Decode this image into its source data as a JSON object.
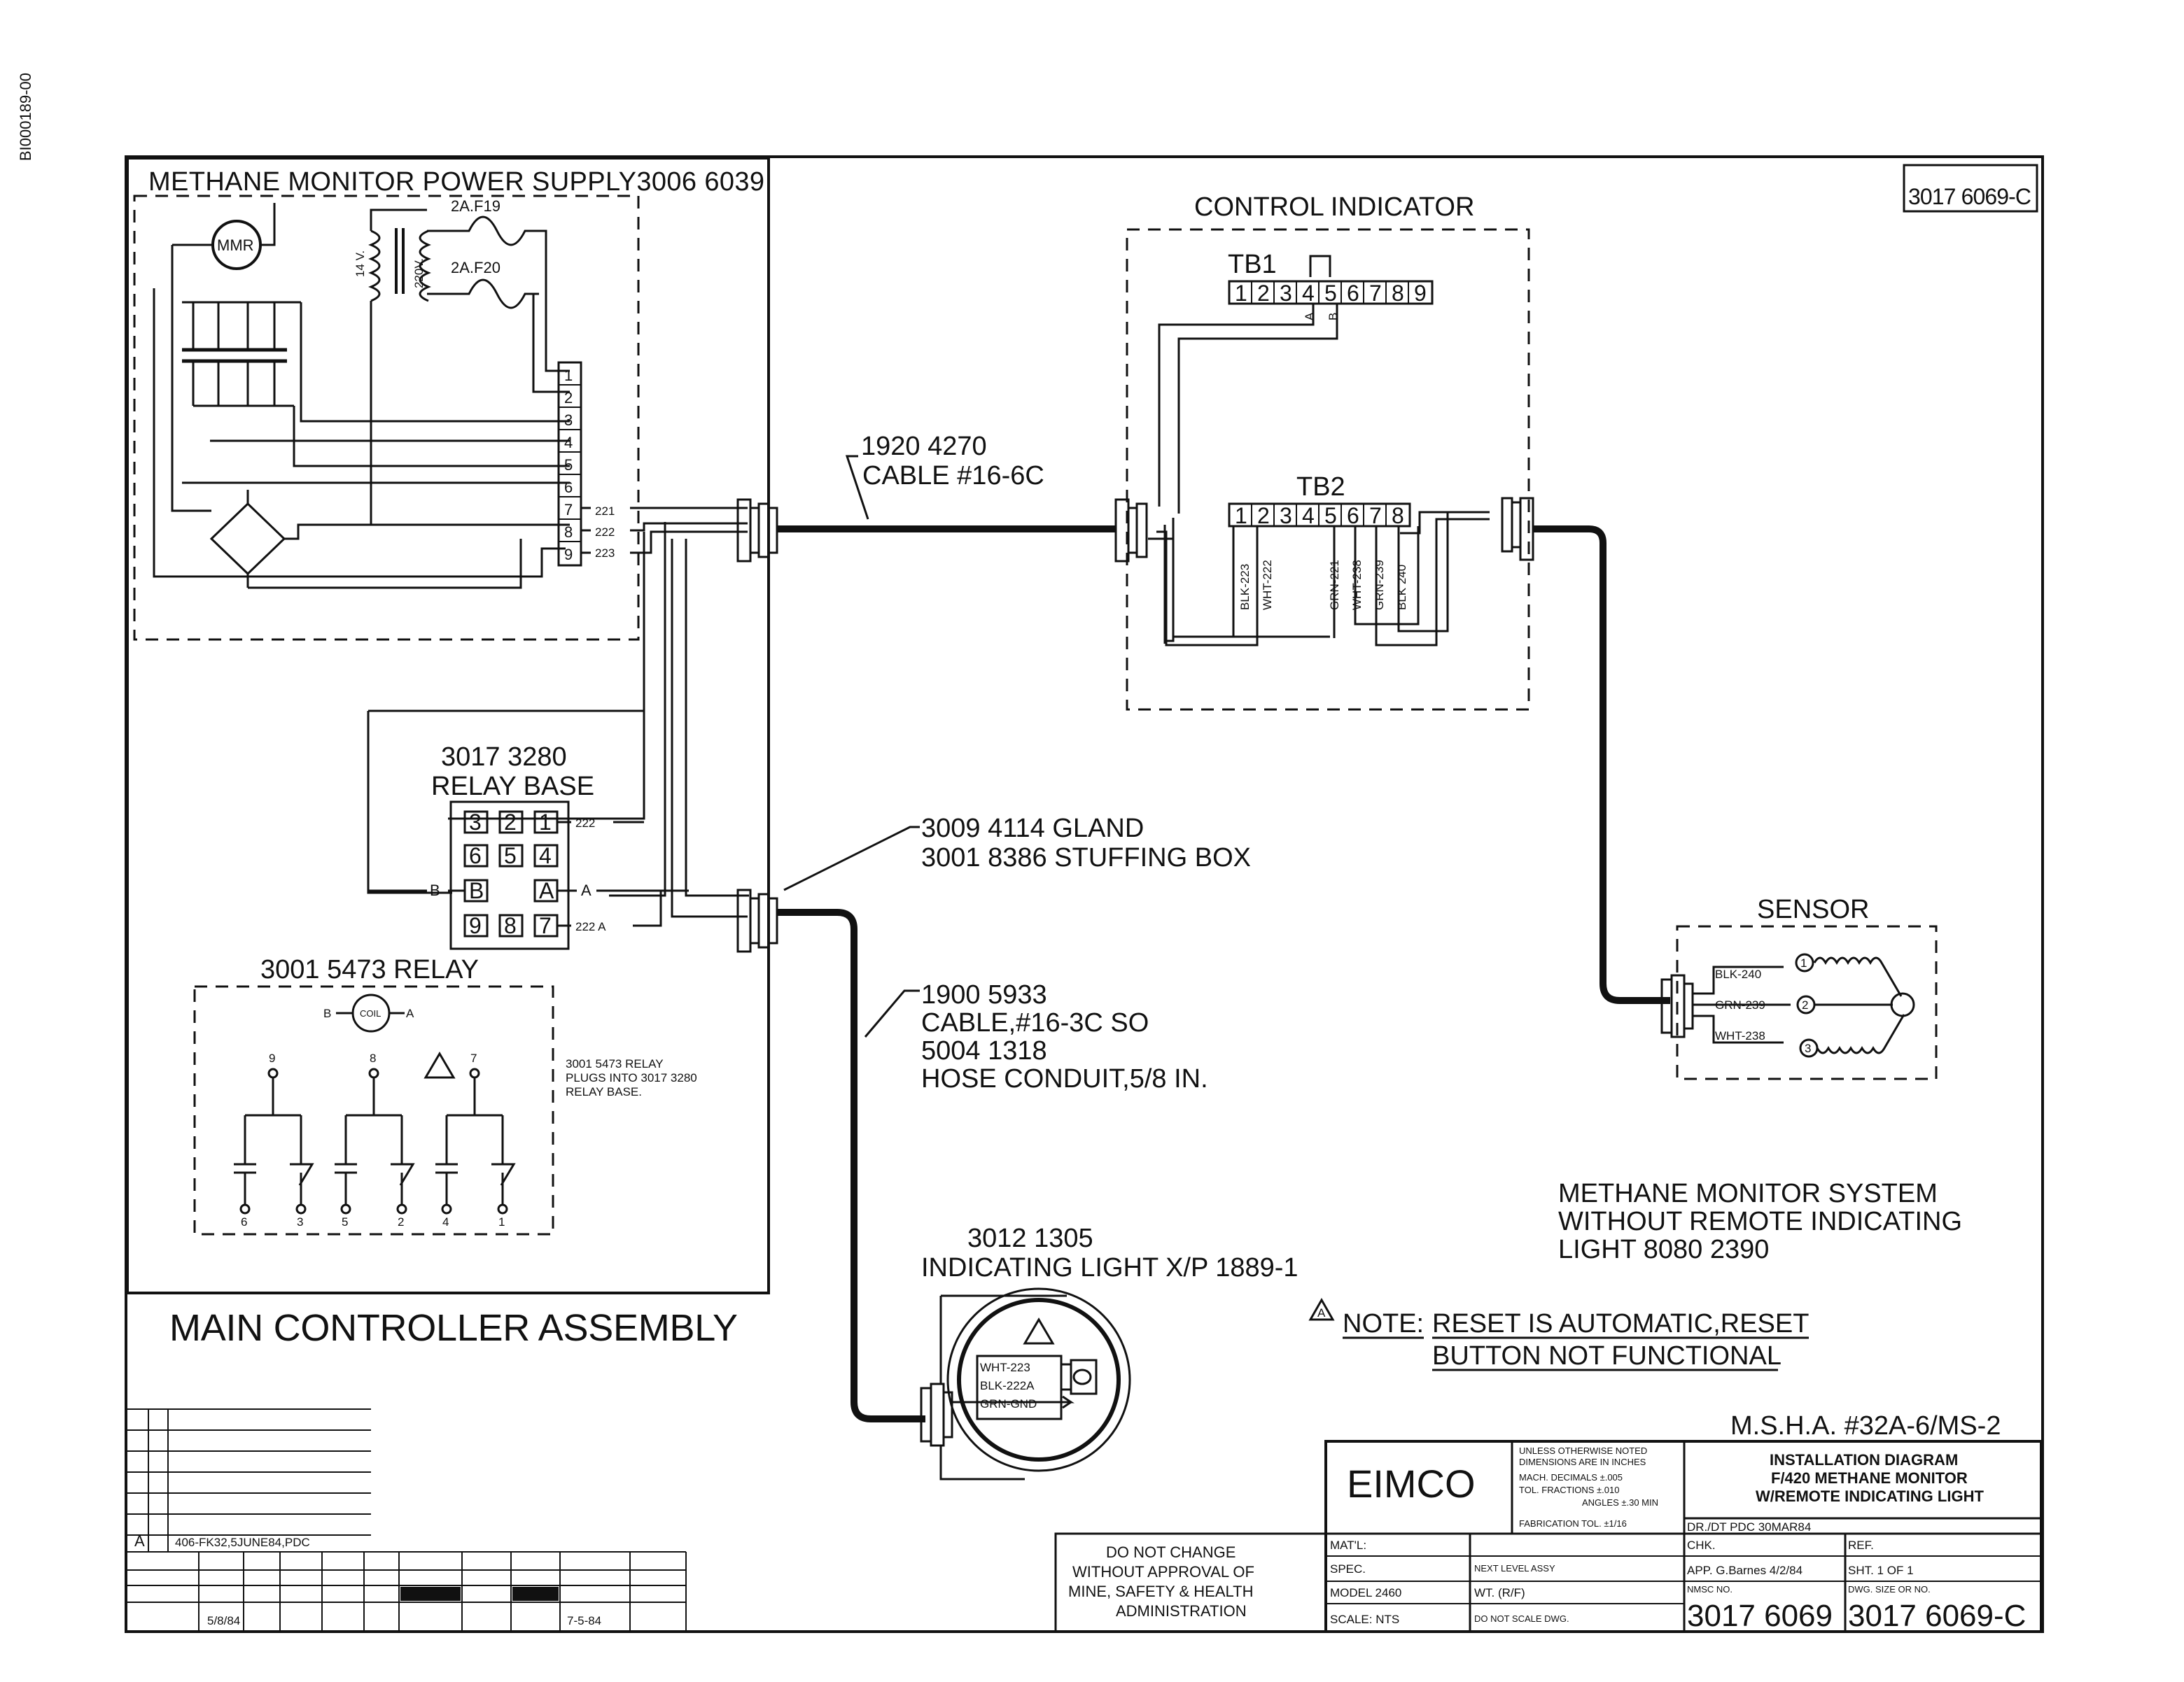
{
  "margin": {
    "doc_id": "BI000189-00"
  },
  "drawing_number_top": "3017 6069-C",
  "power_supply": {
    "title": "METHANE MONITOR POWER SUPPLY3006 6039",
    "motor": "MMR",
    "fuse1": "2A.F19",
    "fuse2": "2A.F20",
    "volt1": "14 V.",
    "volt2": "220V.",
    "terminals": [
      "1",
      "2",
      "3",
      "4",
      "5",
      "6",
      "7",
      "8",
      "9"
    ],
    "wires": [
      "221",
      "222",
      "223"
    ]
  },
  "control_indicator": {
    "title": "CONTROL INDICATOR",
    "tb1": {
      "label": "TB1",
      "terminals": [
        "1",
        "2",
        "3",
        "4",
        "5",
        "6",
        "7",
        "8",
        "9"
      ],
      "sub": [
        "A",
        "B"
      ]
    },
    "tb2": {
      "label": "TB2",
      "terminals": [
        "1",
        "2",
        "3",
        "4",
        "5",
        "6",
        "7",
        "8"
      ]
    },
    "wires": [
      "BLK-223",
      "WHT-222",
      "GRN-221",
      "WHT-238",
      "GRN-239",
      "BLK 240"
    ]
  },
  "cable_main": {
    "line1": "1920 4270",
    "line2": "CABLE #16-6C"
  },
  "relay_base": {
    "line1": "3017 3280",
    "line2": "RELAY BASE",
    "grid": [
      "3",
      "2",
      "1",
      "6",
      "5",
      "4",
      "B",
      "",
      "A",
      "9",
      "8",
      "7"
    ],
    "wire_222": "222",
    "wire_222a": "222 A",
    "label_b": "B",
    "label_a": "A"
  },
  "gland": {
    "line1": "3009 4114 GLAND",
    "line2": "3001 8386 STUFFING BOX"
  },
  "relay": {
    "title": "3001 5473 RELAY",
    "coil": "COIL",
    "coil_b": "B",
    "coil_a": "A",
    "top_pins": [
      "9",
      "8",
      "7"
    ],
    "bottom_pins": [
      "6",
      "3",
      "5",
      "2",
      "4",
      "1"
    ],
    "note_lines": [
      "3001 5473 RELAY",
      "PLUGS INTO 3017 3280",
      "RELAY BASE."
    ]
  },
  "cable_lower": {
    "lines": [
      "1900 5933",
      "CABLE,#16-3C SO",
      "5004 1318",
      "HOSE CONDUIT,5/8 IN."
    ]
  },
  "sensor": {
    "title": "SENSOR",
    "wires": [
      "BLK-240",
      "GRN-239",
      "WHT-238"
    ],
    "pins": [
      "1",
      "2",
      "3"
    ]
  },
  "system_title": {
    "lines": [
      "METHANE MONITOR SYSTEM",
      "WITHOUT REMOTE INDICATING",
      "LIGHT  8080 2390"
    ]
  },
  "light": {
    "line1": "3012 1305",
    "line2": "INDICATING LIGHT X/P 1889-1",
    "wires": [
      "WHT-223",
      "BLK-222A",
      "GRN-GND"
    ]
  },
  "note": {
    "marker": "A",
    "label": "NOTE:",
    "line1": "RESET IS AUTOMATIC,RESET",
    "line2": "BUTTON NOT FUNCTIONAL"
  },
  "main_assembly": "MAIN CONTROLLER ASSEMBLY",
  "msha": "M.S.H.A. #32A-6/MS-2",
  "do_not_change": [
    "DO NOT CHANGE",
    "WITHOUT APPROVAL OF",
    "MINE, SAFETY & HEALTH",
    "ADMINISTRATION"
  ],
  "title_block": {
    "company": "EIMCO",
    "tolerance": [
      "UNLESS OTHERWISE NOTED",
      "DIMENSIONS ARE IN INCHES",
      "MACH.  DECIMALS ±.005",
      "TOL.  FRACTIONS ±.010",
      "ANGLES ±.30 MIN",
      "FABRICATION TOL.  ±1/16"
    ],
    "title_lines": [
      "INSTALLATION DIAGRAM",
      "F/420 METHANE MONITOR",
      "W/REMOTE INDICATING LIGHT"
    ],
    "matl": "MAT'L:",
    "spec": "SPEC.",
    "next_level": "NEXT LEVEL ASSY",
    "model": "MODEL 2460",
    "wt": "WT. (R/F)",
    "scale": "SCALE: NTS",
    "do_not_scale": "DO NOT SCALE DWG.",
    "drawn": "DR./DT PDC 30MAR84",
    "chk": "CHK.",
    "app": "APP. G.Barnes 4/2/84",
    "nmsc_label": "NMSC NO.",
    "nmsc_value": "3017 6069",
    "ref": "REF.",
    "sheet": "SHT. 1 OF 1",
    "dwg_label": "DWG. SIZE OR NO.",
    "dwg_value": "3017 6069-C"
  },
  "revision": {
    "letter": "A",
    "text": "406-FK32,5JUNE84,PDC",
    "sign_date": "5/8/84",
    "date2": "7-5-84"
  }
}
